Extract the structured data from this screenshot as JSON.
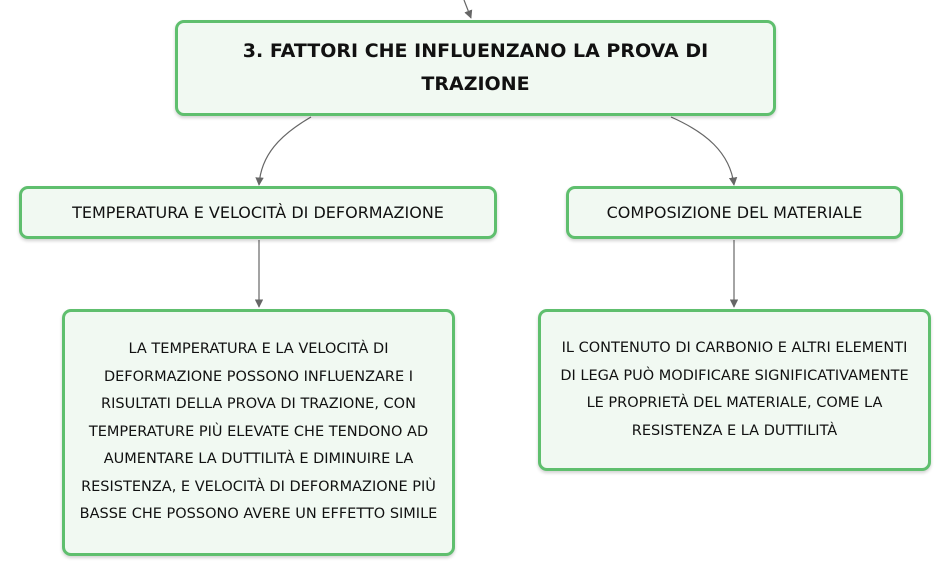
{
  "diagram": {
    "main_topic": "3. FATTORI CHE INFLUENZANO LA PROVA DI TRAZIONE",
    "branches": [
      {
        "title": "TEMPERATURA E VELOCITÀ DI DEFORMAZIONE",
        "description": "LA TEMPERATURA E LA VELOCITÀ DI DEFORMAZIONE POSSONO INFLUENZARE I RISULTATI DELLA PROVA DI TRAZIONE, CON TEMPERATURE PIÙ ELEVATE CHE TENDONO AD AUMENTARE LA DUTTILITÀ E DIMINUIRE LA RESISTENZA, E VELOCITÀ DI DEFORMAZIONE PIÙ BASSE CHE POSSONO AVERE UN EFFETTO SIMILE"
      },
      {
        "title": "COMPOSIZIONE DEL MATERIALE",
        "description": "IL CONTENUTO DI CARBONIO E ALTRI ELEMENTI DI LEGA PUÒ MODIFICARE SIGNIFICATIVAMENTE LE PROPRIETÀ DEL MATERIALE, COME LA RESISTENZA E LA DUTTILITÀ"
      }
    ]
  },
  "colors": {
    "node_border": "#5fbf6e",
    "node_fill": "#f1f9f2",
    "connector": "#666666"
  }
}
